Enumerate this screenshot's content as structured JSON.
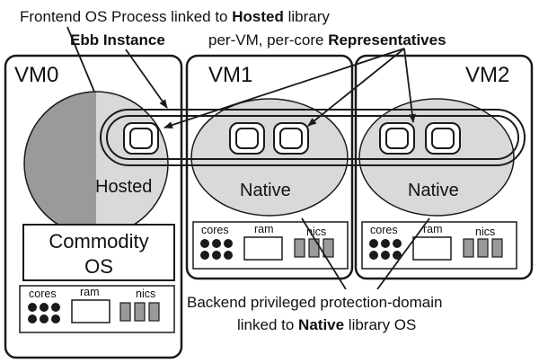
{
  "annotations": {
    "frontend_prefix": "Frontend OS Process linked to ",
    "frontend_bold": "Hosted",
    "frontend_suffix": " library",
    "ebb_instance": "Ebb Instance",
    "reps_prefix": "per-VM, per-core ",
    "reps_bold": "Representatives",
    "backend_line1": "Backend privileged protection-domain",
    "backend_line2_prefix": "linked to ",
    "backend_line2_bold": "Native",
    "backend_line2_suffix": " library OS"
  },
  "vms": [
    {
      "name": "VM0",
      "os_label": "Hosted",
      "commodity_line1": "Commodity",
      "commodity_line2": "OS",
      "resources": {
        "cores": "cores",
        "ram": "ram",
        "nics": "nics"
      }
    },
    {
      "name": "VM1",
      "os_label": "Native",
      "resources": {
        "cores": "cores",
        "ram": "ram",
        "nics": "nics"
      }
    },
    {
      "name": "VM2",
      "os_label": "Native",
      "resources": {
        "cores": "cores",
        "ram": "ram",
        "nics": "nics"
      }
    }
  ],
  "colors": {
    "ellipse_fill": "#d9d9d9",
    "hosted_dark": "#9a9a9a",
    "nic_fill": "#9a9a9a",
    "stroke": "#1a1a1a"
  }
}
